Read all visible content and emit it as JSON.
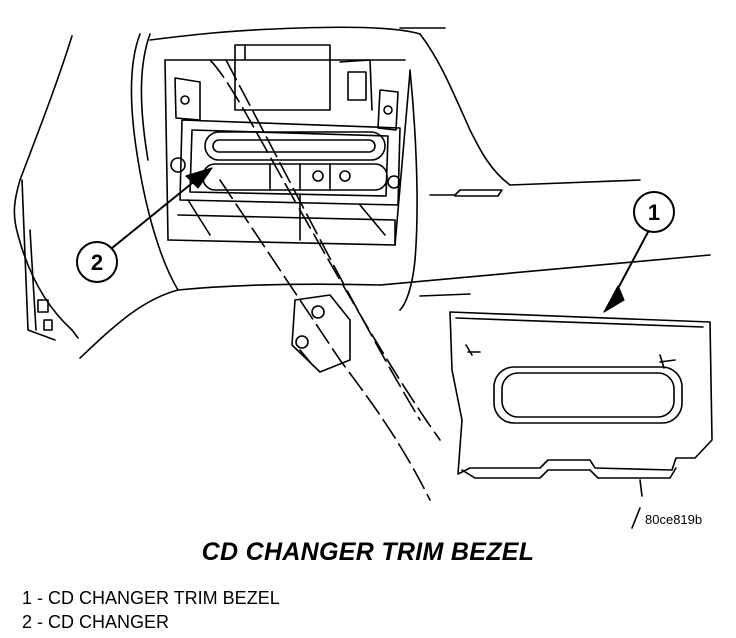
{
  "figure": {
    "figure_id": "80ce819b",
    "callouts": [
      {
        "number": "1",
        "target": "CD changer trim bezel"
      },
      {
        "number": "2",
        "target": "CD changer"
      }
    ]
  },
  "caption": "CD CHANGER TRIM BEZEL",
  "legend": [
    "1 - CD CHANGER TRIM BEZEL",
    "2 - CD CHANGER"
  ]
}
